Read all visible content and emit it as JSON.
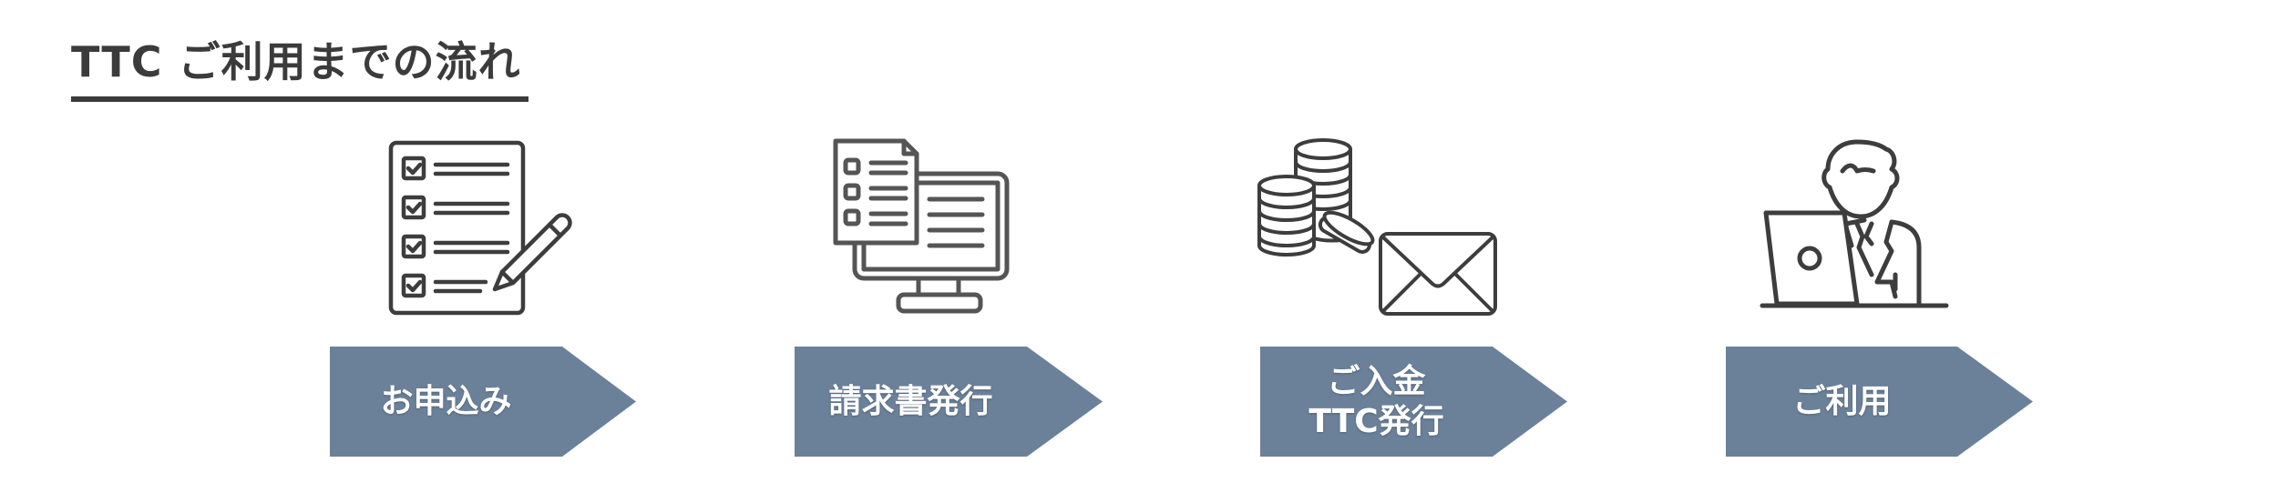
{
  "header": {
    "title": "TTC ご利用までの流れ"
  },
  "colors": {
    "title_text": "#3b3b3b",
    "step_fill": "#6b8199",
    "step_text": "#ffffff",
    "icon_stroke": "#3d3d3d",
    "icon_stroke_light": "#555555"
  },
  "steps": [
    {
      "icon": "checklist-pencil-icon",
      "label_lines": [
        "お申込み"
      ]
    },
    {
      "icon": "invoice-monitor-icon",
      "label_lines": [
        "請求書発行"
      ]
    },
    {
      "icon": "coins-envelope-icon",
      "label_lines": [
        "ご入金",
        "TTC発行"
      ]
    },
    {
      "icon": "businessman-laptop-icon",
      "label_lines": [
        "ご利用"
      ]
    }
  ]
}
